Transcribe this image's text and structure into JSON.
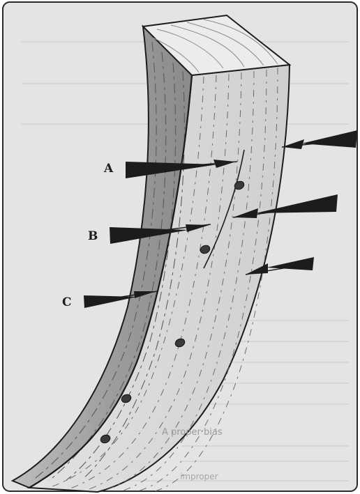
{
  "figure": {
    "labels": {
      "a": "A",
      "b": "B",
      "c": "C"
    },
    "show_through": {
      "caption": "A proper bias",
      "line": "improper"
    },
    "colors": {
      "paper": "#e4e4e4",
      "ink": "#1c1c1c",
      "wood_front": "#d8d8d8",
      "wood_side": "#a9a9a9",
      "wood_top": "#ececec",
      "knot": "#3a3a3a"
    },
    "icons": {
      "arrows": "wedge-arrow-icon",
      "holes": "knot-hole-icon"
    }
  }
}
